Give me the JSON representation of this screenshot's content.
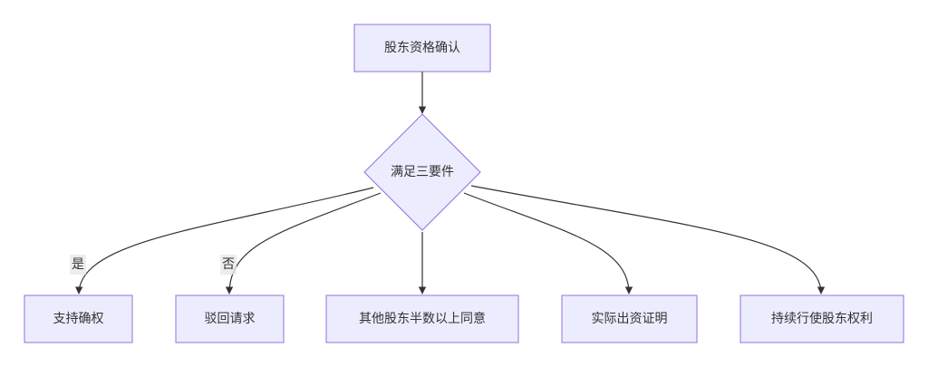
{
  "nodes": {
    "start": "股东资格确认",
    "decision": "满足三要件",
    "support": "支持确权",
    "reject": "驳回请求",
    "consent": "其他股东半数以上同意",
    "proof": "实际出资证明",
    "exercise": "持续行使股东权利"
  },
  "edge_labels": {
    "yes": "是",
    "no": "否"
  }
}
